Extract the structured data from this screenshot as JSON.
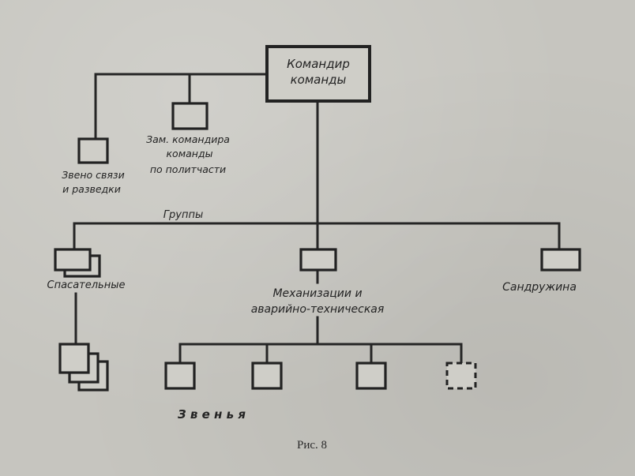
{
  "diagram": {
    "commander": "Командир команды",
    "commander_lines": [
      "Командир",
      "команды"
    ],
    "deputy_lines": [
      "Зам. командира",
      "команды",
      "по политчасти"
    ],
    "recon_lines": [
      "Звено связи",
      "и разведки"
    ],
    "groups_label": "Группы",
    "rescue_label": "Спасательные",
    "mechanization_lines": [
      "Механизации и",
      "аварийно-техническая"
    ],
    "medical_label": "Сандружина",
    "units_label": "З в е н ь я"
  },
  "caption": "Рис. 8"
}
